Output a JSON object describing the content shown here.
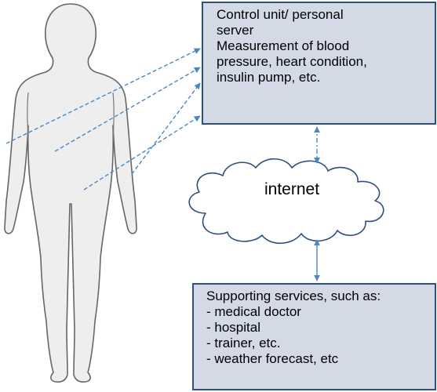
{
  "control_unit": {
    "lines": [
      "Control unit/ personal",
      "server",
      "Measurement of blood",
      "pressure, heart condition,",
      "insulin pump, etc."
    ]
  },
  "cloud": {
    "label": "internet"
  },
  "services": {
    "lines": [
      "Supporting services, such as:",
      "- medical doctor",
      "- hospital",
      "- trainer, etc.",
      "- weather forecast, etc"
    ]
  },
  "colors": {
    "box_fill": "#d4d9e6",
    "box_stroke": "#2f4f7f",
    "arrow": "#4a87c8",
    "body_fill": "#eeeeee",
    "body_stroke": "#666666"
  }
}
